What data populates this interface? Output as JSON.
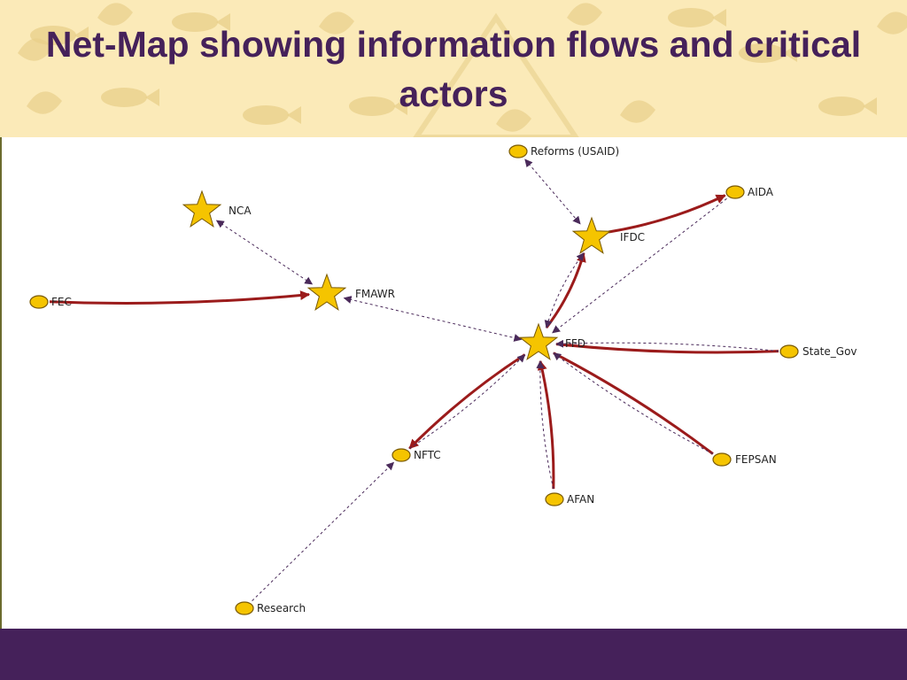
{
  "slide": {
    "title": "Net-Map showing information flows and critical actors"
  },
  "colors": {
    "header_background": "#fbeab8",
    "header_pattern": "#e8cf8a",
    "title": "#45215a",
    "footer_band": "#45215a",
    "strong_link": "#9b1b1b",
    "weak_link": "#4a2a5a",
    "node_fill": "#f5c400",
    "node_stroke": "#7a5a00",
    "critical_star_fill": "#f5c400"
  },
  "network": {
    "nodes": [
      {
        "id": "reforms",
        "label": "Reforms (USAID)",
        "kind": "actor",
        "icon": "circle-node-icon"
      },
      {
        "id": "aida",
        "label": "AIDA",
        "kind": "actor",
        "icon": "circle-node-icon"
      },
      {
        "id": "nca",
        "label": "NCA",
        "kind": "critical",
        "icon": "star-node-icon"
      },
      {
        "id": "ifdc",
        "label": "IFDC",
        "kind": "critical",
        "icon": "star-node-icon"
      },
      {
        "id": "fec",
        "label": "FEC",
        "kind": "actor",
        "icon": "circle-node-icon"
      },
      {
        "id": "fmawr",
        "label": "FMAWR",
        "kind": "critical",
        "icon": "star-node-icon"
      },
      {
        "id": "ffd",
        "label": "FFD",
        "kind": "critical",
        "icon": "star-node-icon"
      },
      {
        "id": "state_gov",
        "label": "State_Gov",
        "kind": "actor",
        "icon": "circle-node-icon"
      },
      {
        "id": "nftc",
        "label": "NFTC",
        "kind": "actor",
        "icon": "circle-node-icon"
      },
      {
        "id": "fepsan",
        "label": "FEPSAN",
        "kind": "actor",
        "icon": "circle-node-icon"
      },
      {
        "id": "afan",
        "label": "AFAN",
        "kind": "actor",
        "icon": "circle-node-icon"
      },
      {
        "id": "research",
        "label": "Research",
        "kind": "actor",
        "icon": "circle-node-icon"
      }
    ],
    "edges": [
      {
        "from": "fec",
        "to": "fmawr",
        "style": "strong",
        "direction": "forward"
      },
      {
        "from": "nca",
        "to": "fmawr",
        "style": "weak",
        "direction": "both"
      },
      {
        "from": "fmawr",
        "to": "ffd",
        "style": "weak",
        "direction": "both"
      },
      {
        "from": "reforms",
        "to": "ifdc",
        "style": "weak",
        "direction": "both"
      },
      {
        "from": "ifdc",
        "to": "aida",
        "style": "strong",
        "direction": "forward"
      },
      {
        "from": "aida",
        "to": "ffd",
        "style": "weak",
        "direction": "forward"
      },
      {
        "from": "ffd",
        "to": "ifdc",
        "style": "strong",
        "direction": "forward"
      },
      {
        "from": "ifdc",
        "to": "ffd",
        "style": "weak",
        "direction": "both"
      },
      {
        "from": "state_gov",
        "to": "ffd",
        "style": "strong",
        "direction": "none"
      },
      {
        "from": "state_gov",
        "to": "ffd",
        "style": "weak",
        "direction": "forward"
      },
      {
        "from": "fepsan",
        "to": "ffd",
        "style": "strong",
        "direction": "none"
      },
      {
        "from": "fepsan",
        "to": "ffd",
        "style": "weak",
        "direction": "forward"
      },
      {
        "from": "afan",
        "to": "ffd",
        "style": "strong",
        "direction": "forward"
      },
      {
        "from": "afan",
        "to": "ffd",
        "style": "weak",
        "direction": "forward"
      },
      {
        "from": "ffd",
        "to": "nftc",
        "style": "strong",
        "direction": "forward"
      },
      {
        "from": "nftc",
        "to": "ffd",
        "style": "weak",
        "direction": "forward"
      },
      {
        "from": "research",
        "to": "nftc",
        "style": "weak",
        "direction": "forward"
      }
    ]
  }
}
